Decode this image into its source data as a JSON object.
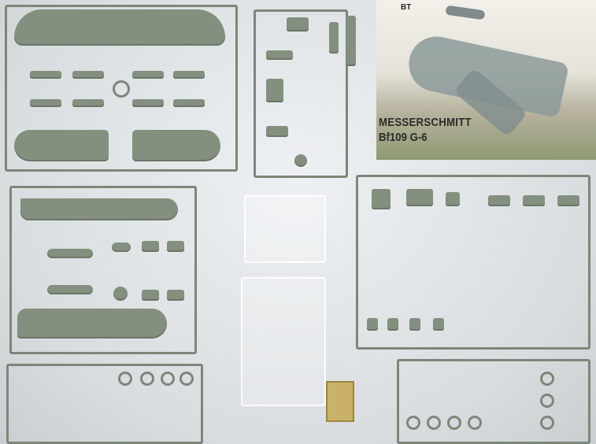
{
  "image": {
    "subject": "Messerschmitt Bf109 G-6 plastic model kit sprues",
    "box_art": {
      "title_line_1": "MESSERSCHMITT",
      "title_line_2": "Bf109 G-6",
      "brand": "BT"
    },
    "colors": {
      "background": "#dfe3e6",
      "sprue_plastic": "#84907f",
      "sprue_frame": "#7d8779",
      "clear_parts": "#ffffff",
      "photo_etch": "#c9b16a"
    }
  }
}
